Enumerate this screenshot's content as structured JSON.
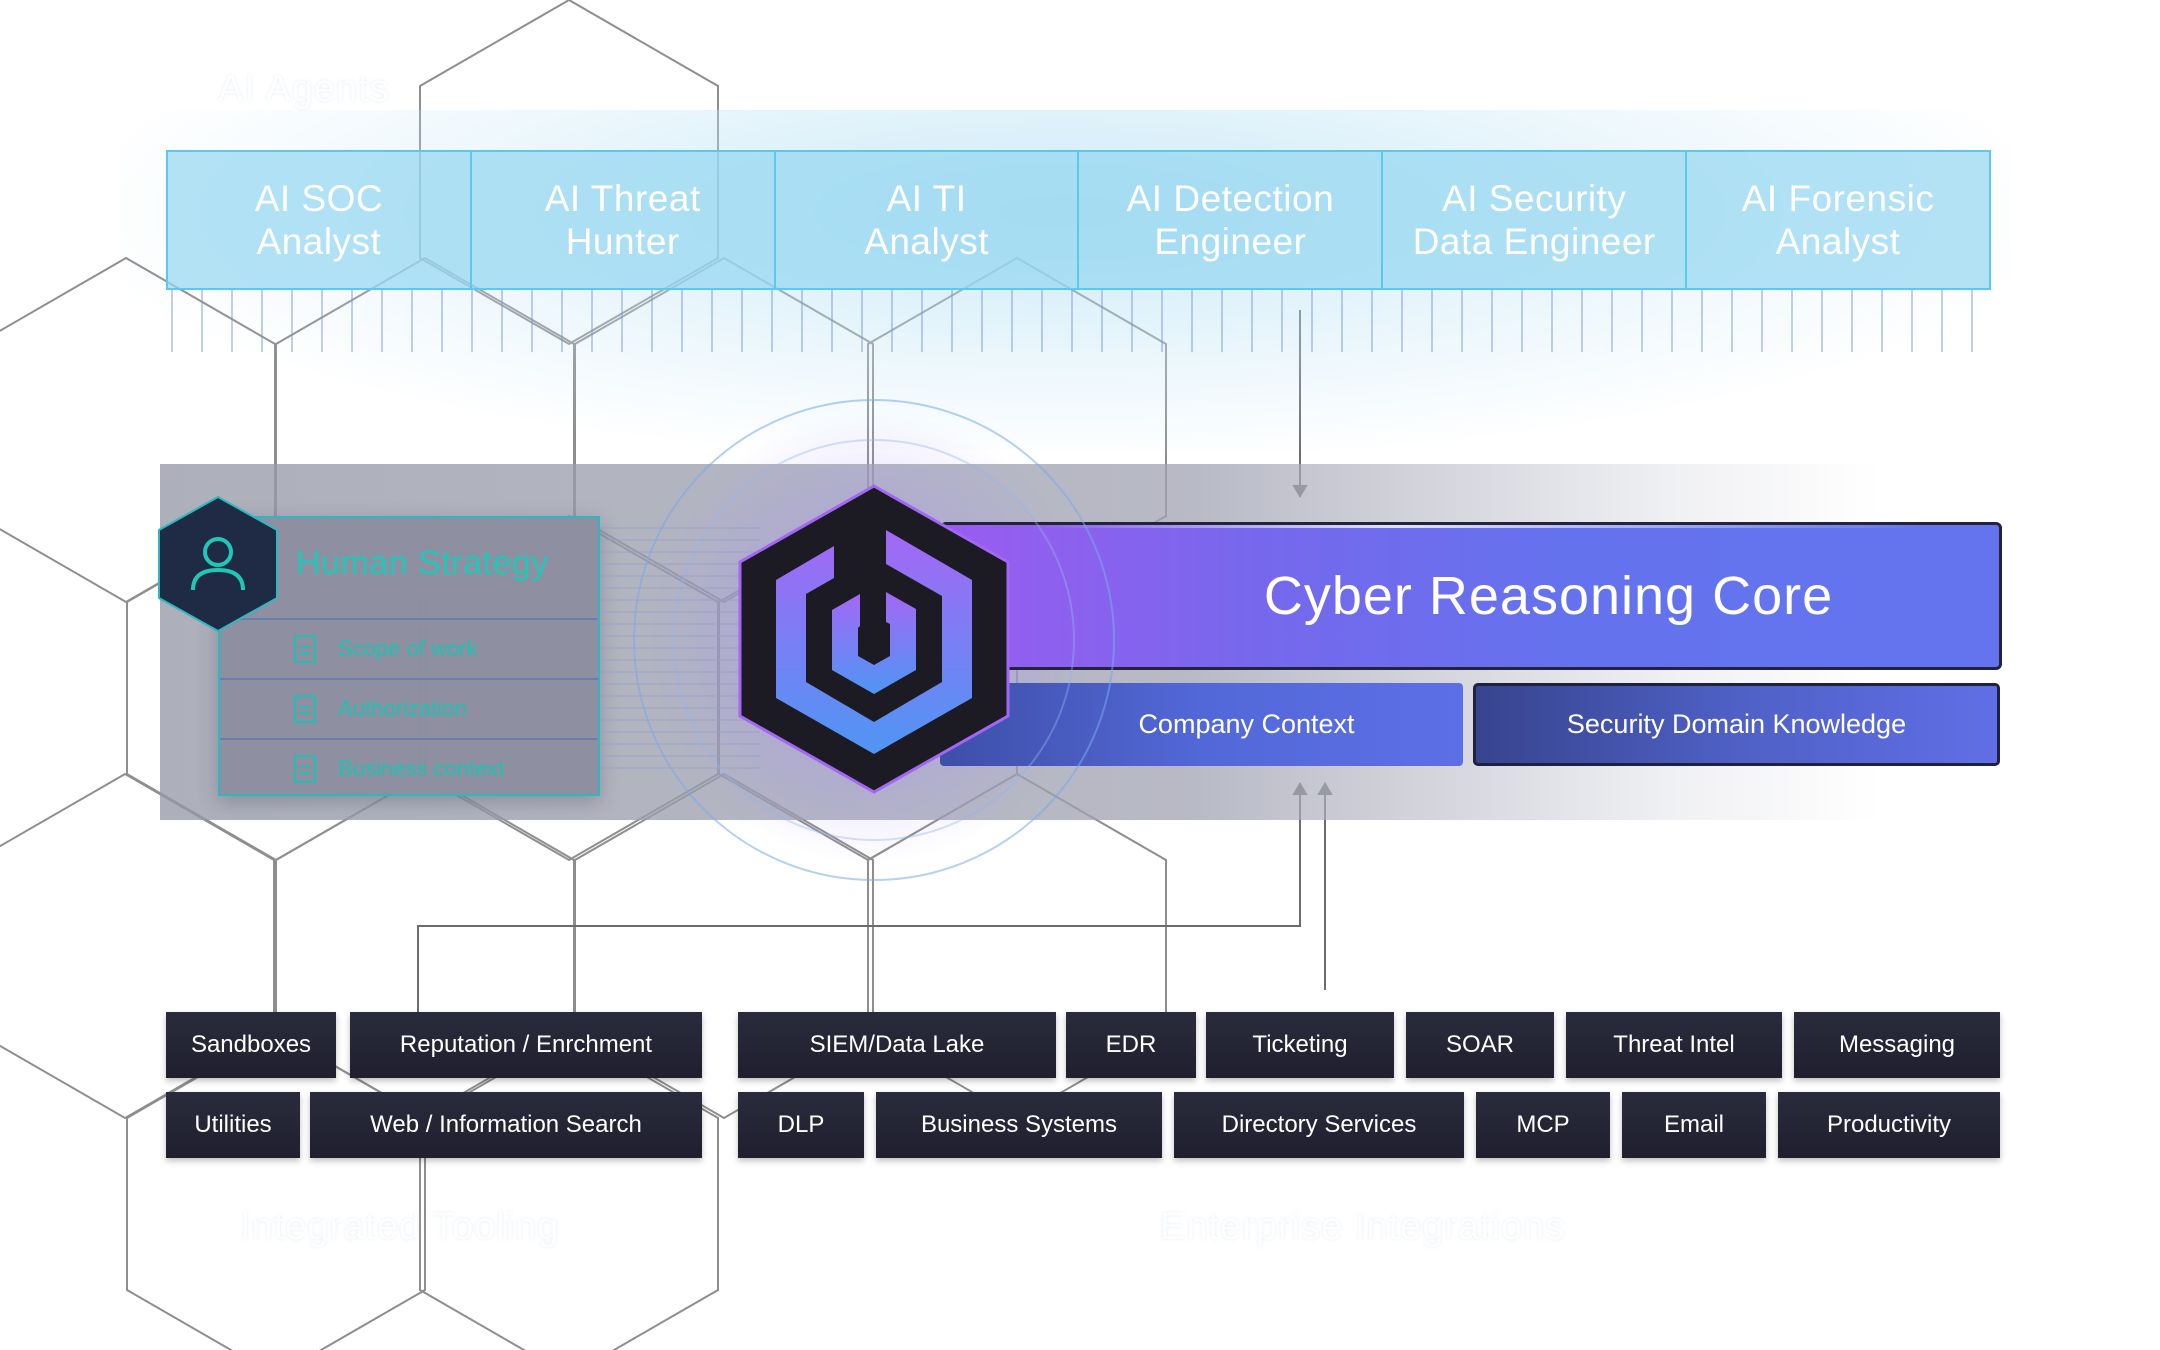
{
  "ghost_labels": {
    "agents": "AI Agents",
    "integrations_left": "Integrated Tooling",
    "integrations_right": "Enterprise Integrations"
  },
  "agents": [
    {
      "label": "AI SOC\nAnalyst"
    },
    {
      "label": "AI Threat\nHunter"
    },
    {
      "label": "AI TI\nAnalyst"
    },
    {
      "label": "AI Detection\nEngineer"
    },
    {
      "label": "AI Security\nData Engineer"
    },
    {
      "label": "AI Forensic\nAnalyst"
    }
  ],
  "human_strategy": {
    "title": "Human Strategy",
    "items": [
      {
        "label": "Scope of work",
        "icon": "document-icon"
      },
      {
        "label": "Authorization",
        "icon": "document-icon"
      },
      {
        "label": "Business context",
        "icon": "document-icon"
      }
    ],
    "icon": "person-icon"
  },
  "core": {
    "title": "Cyber Reasoning Core",
    "company_context": "Company Context",
    "security_domain": "Security Domain Knowledge",
    "logo": "hexagon-d-logo"
  },
  "tools": {
    "left_row1": [
      "Sandboxes",
      "Reputation / Enrchment"
    ],
    "left_row2": [
      "Utilities",
      "Web / Information Search"
    ],
    "right_row1": [
      "SIEM/Data Lake",
      "EDR",
      "Ticketing",
      "SOAR",
      "Threat Intel",
      "Messaging"
    ],
    "right_row2": [
      "DLP",
      "Business Systems",
      "Directory Services",
      "MCP",
      "Email",
      "Productivity"
    ]
  },
  "colors": {
    "agent_fill": "#96d7f0",
    "agent_border": "#5cc8ec",
    "core_purple": "#9a5cf0",
    "core_blue": "#6474ee",
    "teal": "#22c6b6",
    "chip_dark": "#22232f",
    "hex_line": "#8a8a8a"
  }
}
